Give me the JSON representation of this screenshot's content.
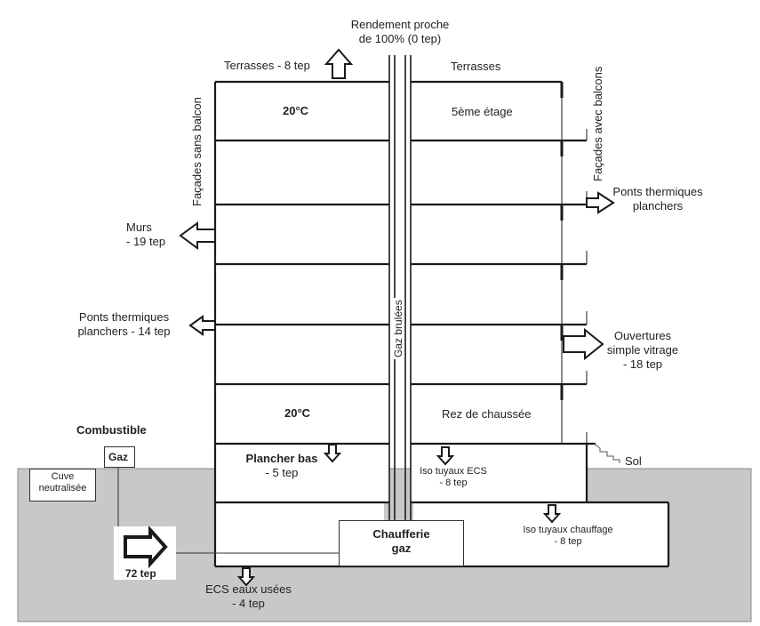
{
  "labels": {
    "top_note_line1": "Rendement proche",
    "top_note_line2": "de 100% (0 tep)",
    "terrasses_left": "Terrasses - 8 tep",
    "terrasses_right": "Terrasses",
    "facades_sans_balcon": "Façades sans balcon",
    "facades_avec_balcons": "Façades avec balcons",
    "temp_top": "20°C",
    "temp_bottom": "20°C",
    "floor_5": "5ème étage",
    "ground_floor": "Rez de chaussée",
    "ponts_right_line1": "Ponts thermiques",
    "ponts_right_line2": "planchers",
    "murs_line1": "Murs",
    "murs_line2": "- 19 tep",
    "ponts_left_line1": "Ponts thermiques",
    "ponts_left_line2": "planchers - 14 tep",
    "ouvertures_line1": "Ouvertures",
    "ouvertures_line2": "simple vitrage",
    "ouvertures_line3": "- 18 tep",
    "gaz_brules": "Gaz brulées",
    "combustible": "Combustible",
    "gaz": "Gaz",
    "cuve_line1": "Cuve",
    "cuve_line2": "neutralisée",
    "plancher_bas_line1": "Plancher bas",
    "plancher_bas_line2": "- 5 tep",
    "iso_ecs_line1": "Iso tuyaux ECS",
    "iso_ecs_line2": "- 8 tep",
    "iso_chauffage_line1": "Iso tuyaux chauffage",
    "iso_chauffage_line2": "- 8 tep",
    "sol": "Sol",
    "chaufferie_line1": "Chaufferie",
    "chaufferie_line2": "gaz",
    "input_72": "72 tep",
    "ecs_line1": "ECS eaux usées",
    "ecs_line2": "- 4 tep"
  },
  "colors": {
    "ground": "#c8c8c8",
    "line": "#1a1a1a",
    "text": "#222222"
  },
  "icons": [
    "arrow-up-icon",
    "arrow-left-icon",
    "arrow-right-icon",
    "arrow-down-icon"
  ]
}
